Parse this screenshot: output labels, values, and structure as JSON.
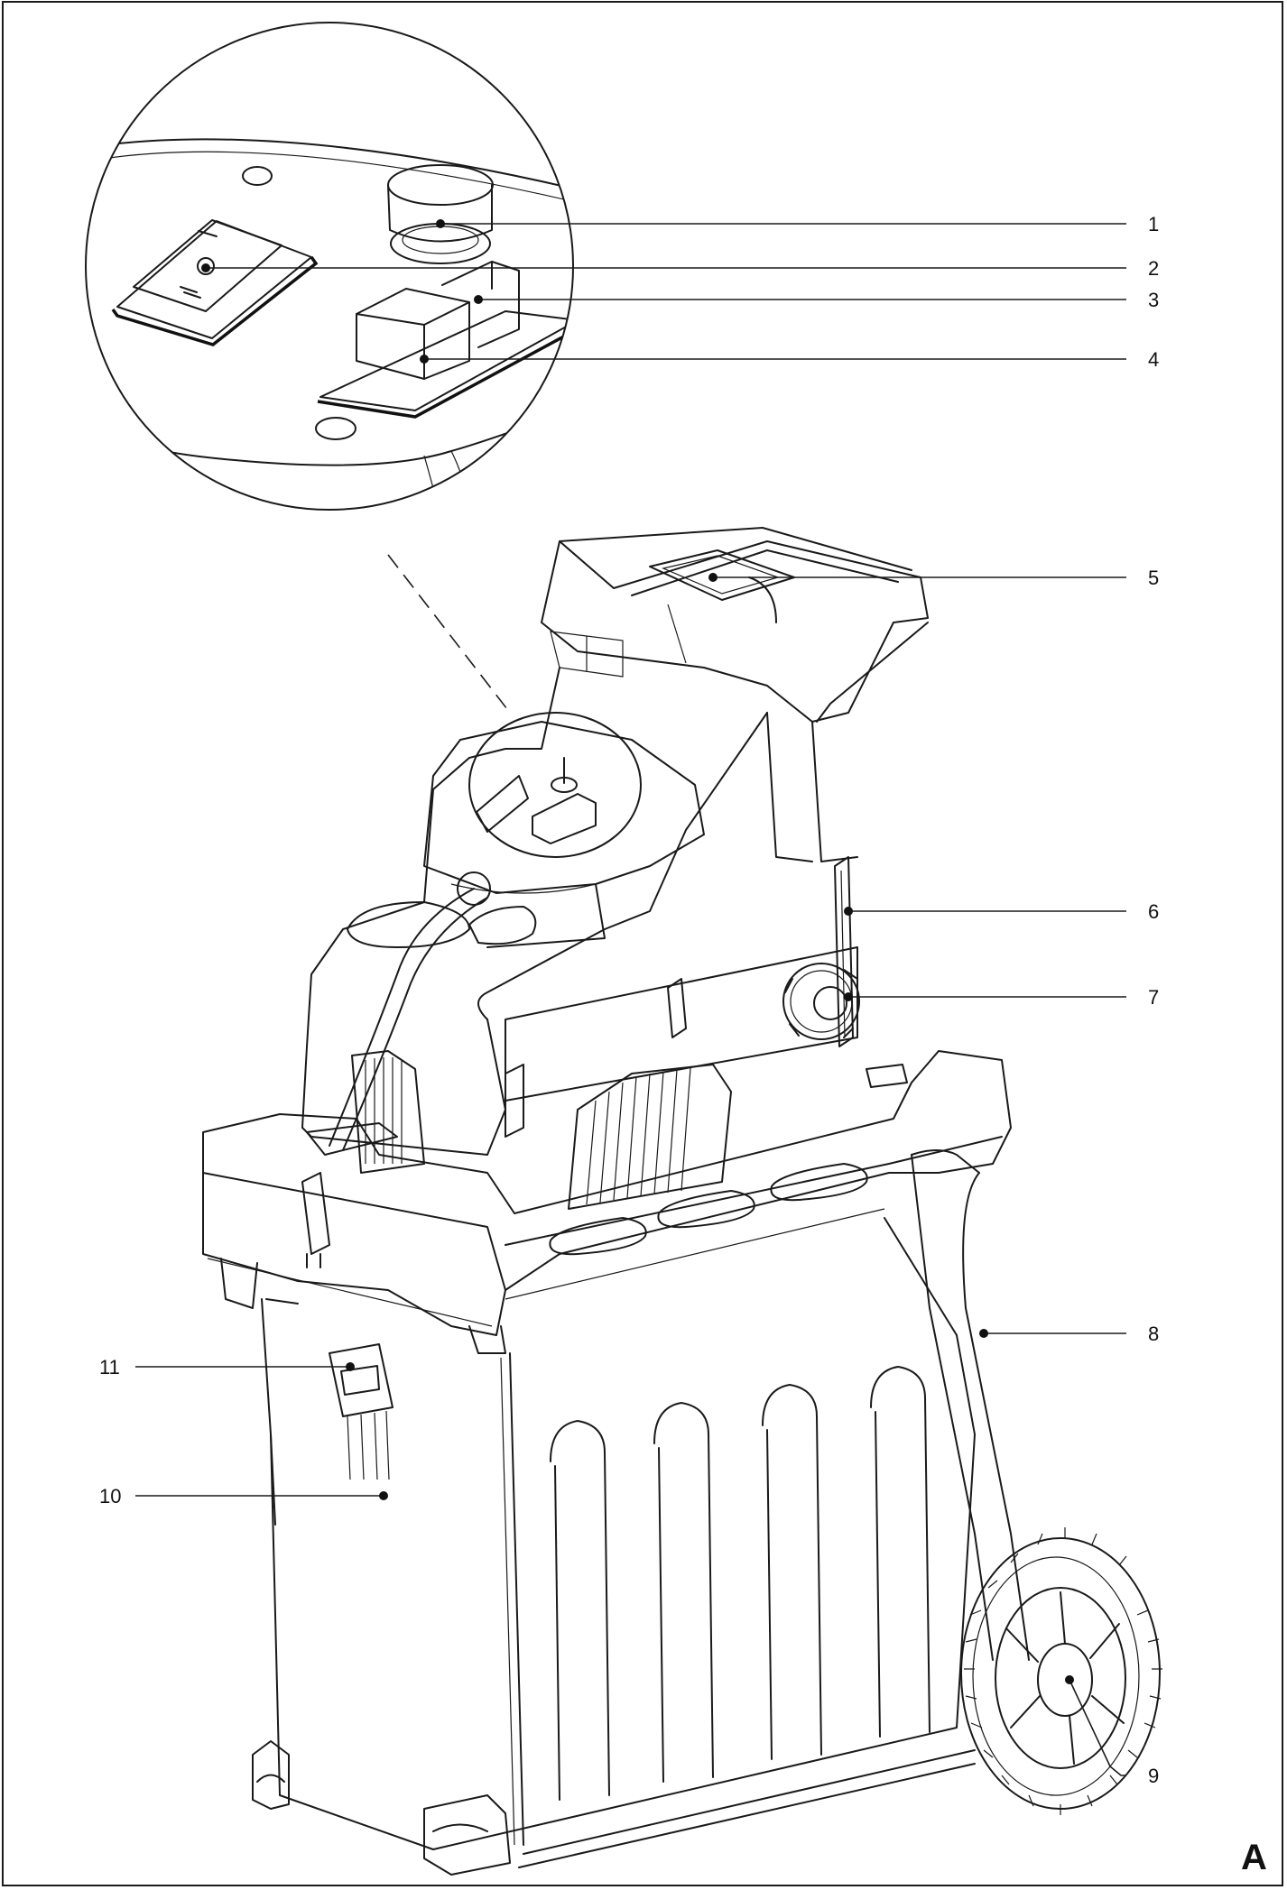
{
  "figure": {
    "label": "A"
  },
  "callouts": [
    {
      "id": "1"
    },
    {
      "id": "2"
    },
    {
      "id": "3"
    },
    {
      "id": "4"
    },
    {
      "id": "5"
    },
    {
      "id": "6"
    },
    {
      "id": "7"
    },
    {
      "id": "8"
    },
    {
      "id": "9"
    },
    {
      "id": "10"
    },
    {
      "id": "11"
    }
  ]
}
